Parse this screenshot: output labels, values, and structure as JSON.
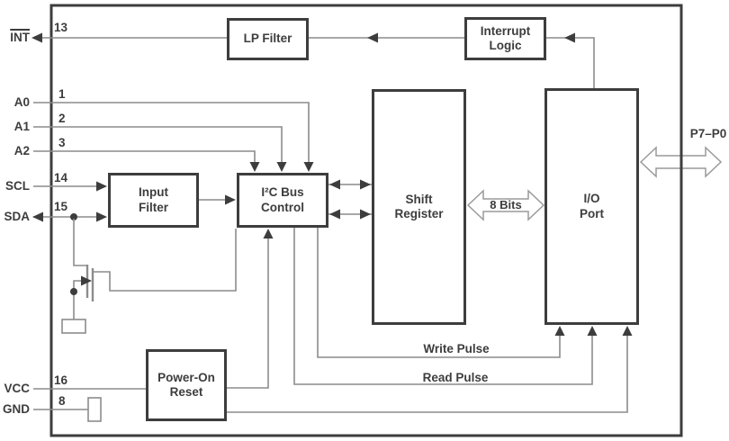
{
  "pins": [
    {
      "id": "int",
      "name": "INT",
      "number": "13"
    },
    {
      "id": "a0",
      "name": "A0",
      "number": "1"
    },
    {
      "id": "a1",
      "name": "A1",
      "number": "2"
    },
    {
      "id": "a2",
      "name": "A2",
      "number": "3"
    },
    {
      "id": "scl",
      "name": "SCL",
      "number": "14"
    },
    {
      "id": "sda",
      "name": "SDA",
      "number": "15"
    },
    {
      "id": "vcc",
      "name": "VCC",
      "number": "16"
    },
    {
      "id": "gnd",
      "name": "GND",
      "number": "8"
    },
    {
      "id": "port",
      "name": "P7–P0"
    }
  ],
  "blocks": [
    {
      "id": "lp-filter",
      "label": "LP Filter"
    },
    {
      "id": "interrupt-logic",
      "label": "Interrupt Logic"
    },
    {
      "id": "input-filter",
      "label": "Input Filter"
    },
    {
      "id": "i2c-bus-control",
      "label": "I²C Bus Control"
    },
    {
      "id": "shift-register",
      "label": "Shift Register"
    },
    {
      "id": "io-port",
      "label": "I/O Port"
    },
    {
      "id": "power-on-reset",
      "label": "Power-On Reset"
    }
  ],
  "wire_labels": {
    "bus_width": "8 Bits",
    "write_pulse": "Write Pulse",
    "read_pulse": "Read Pulse"
  },
  "colors": {
    "line": "#8c8c8c",
    "lightline": "#9a9a9a",
    "dark": "#3d3d3d",
    "background": "#ffffff"
  }
}
